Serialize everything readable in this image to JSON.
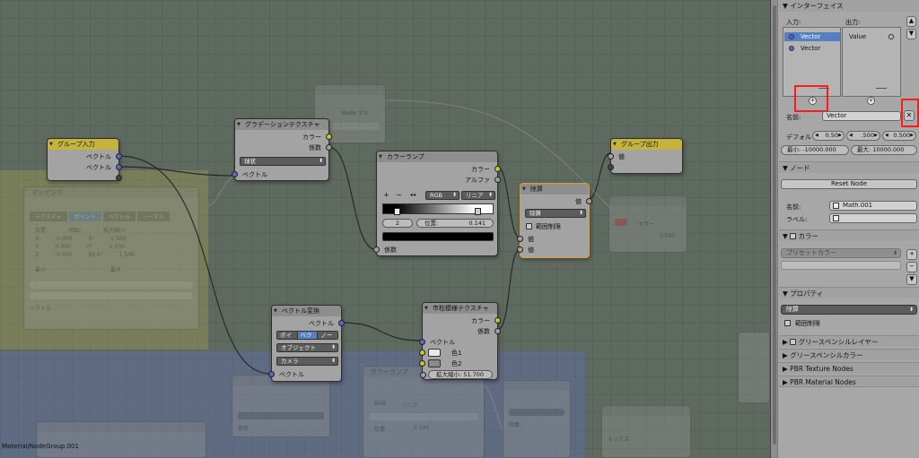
{
  "status_path": "Material/NodeGroup.001",
  "nodes": {
    "group_input": {
      "title": "グループ入力",
      "outputs": [
        "ベクトル",
        "ベクトル"
      ]
    },
    "gradient": {
      "title": "グラデーションテクスチャ",
      "outputs": [
        "カラー",
        "係数"
      ],
      "type_value": "球状",
      "inputs": [
        "ベクトル"
      ]
    },
    "colorramp": {
      "title": "カラーランプ",
      "outputs": [
        "カラー",
        "アルファ"
      ],
      "mode": "RGB",
      "interp": "リニア",
      "index": "2",
      "pos_label": "位置:",
      "pos_value": "0.141",
      "inputs": [
        "係数"
      ],
      "tool_plus": "+",
      "tool_minus": "−",
      "tool_flip": "↔"
    },
    "divide": {
      "title": "除算",
      "outputs": [
        "値"
      ],
      "op": "除算",
      "clamp": "範囲制限",
      "inputs": [
        "値",
        "値"
      ]
    },
    "group_output": {
      "title": "グループ出力",
      "inputs": [
        "値"
      ]
    },
    "vector_transform": {
      "title": "ベクトル変換",
      "outputs": [
        "ベクトル"
      ],
      "seg": [
        "ポイン",
        "ベクト",
        "ノーマ"
      ],
      "from": "オブジェクト",
      "to": "カメラ",
      "inputs": [
        "ベクトル"
      ]
    },
    "checker": {
      "title": "市松模様テクスチャ",
      "outputs": [
        "カラー",
        "係数"
      ],
      "inputs": [
        "ベクトル",
        "色1",
        "色2"
      ],
      "scale": "拡大縮小: 51.700"
    }
  },
  "ghost_text": {
    "mapping": "マッピング",
    "mapping_tabs": [
      "テクスチャ",
      "ポイント",
      "ベクトル",
      "ノーマル"
    ],
    "loc": "位置:",
    "rot": "回転:",
    "scale": "拡大縮小:",
    "x": "X:",
    "y": "Y:",
    "z": "Z:",
    "v0": "0.000",
    "vdeg0": "0°",
    "vdeg1": "0°",
    "vdeg2": "89.6°",
    "v1": "1.500",
    "min": "最小",
    "max": "最大",
    "vector": "ベクトル",
    "top_node": "Node グル",
    "shader": "カラー",
    "ramp2": "カラーランプ",
    "gv": "0.090",
    "sphere": "球状",
    "rgb": "RGB",
    "lin": "リニア",
    "pos": "位置",
    "posval": "0.140",
    "divide2": "除算",
    "mix": "ミックス"
  },
  "sidebar": {
    "interface": "インターフェイス",
    "inputs_label": "入力:",
    "outputs_label": "出力:",
    "inputs": [
      "Vector",
      "Vector"
    ],
    "outputs": [
      "Value"
    ],
    "name_label": "名前:",
    "name_value": "Vector",
    "default_label": "デフォル",
    "default_vals": [
      "0.50",
      ".500",
      "0.500"
    ],
    "min_label": "最小:",
    "min_value": "-10000.000",
    "max_label": "最大:",
    "max_value": "10000.000",
    "node_head": "ノード",
    "reset_node": "Reset Node",
    "node_name_label": "名前:",
    "node_name_value": "Math.001",
    "node_label_label": "ラベル:",
    "color_head": "カラー",
    "preset_color": "プリセットカラー",
    "props_head": "プロパティ",
    "props_op": "除算",
    "props_clamp": "範囲制限",
    "gp_layer": "グリースペンシルレイヤー",
    "gp_color": "グリースペンシルカラー",
    "pbr_tex": "PBR Texture Nodes",
    "pbr_mat": "PBR Material Nodes"
  }
}
